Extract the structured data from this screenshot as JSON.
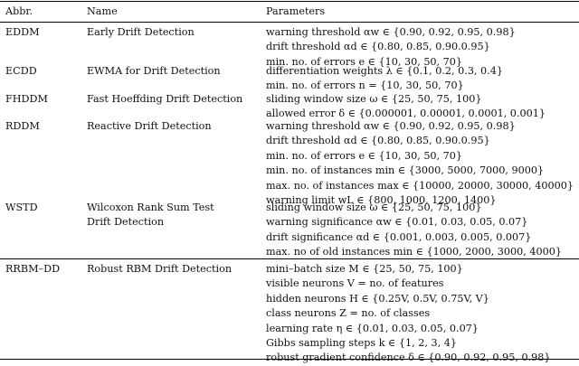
{
  "header": {
    "abbr": "Abbr.",
    "name": "Name",
    "params": "Parameters"
  },
  "rows": [
    {
      "abbr": "EDDM",
      "name": [
        "Early Drift Detection"
      ],
      "params": [
        "warning threshold αw ∈ {0.90, 0.92, 0.95, 0.98}",
        "drift threshold αd ∈ {0.80, 0.85, 0.90.0.95}",
        "min. no. of errors e ∈ {10, 30, 50, 70}"
      ]
    },
    {
      "abbr": "ECDD",
      "name": [
        "EWMA for Drift Detection"
      ],
      "params": [
        "differentiation weights λ ∈ {0.1, 0.2, 0.3, 0.4}",
        "min. no. of errors n = {10, 30, 50, 70}"
      ]
    },
    {
      "abbr": "FHDDM",
      "name": [
        "Fast Hoeffding Drift Detection"
      ],
      "params": [
        "sliding window size ω ∈ {25, 50, 75, 100}",
        "allowed error δ ∈ {0.000001, 0.00001, 0.0001, 0.001}"
      ]
    },
    {
      "abbr": "RDDM",
      "name": [
        "Reactive Drift Detection"
      ],
      "params": [
        "warning threshold αw ∈ {0.90, 0.92, 0.95, 0.98}",
        "drift threshold αd ∈ {0.80, 0.85, 0.90.0.95}",
        "min. no. of errors e ∈ {10, 30, 50, 70}",
        "min. no. of instances min ∈ {3000, 5000, 7000, 9000}",
        "max. no. of instances max ∈ {10000, 20000, 30000, 40000}",
        "warning limit wL ∈ {800, 1000, 1200, 1400}"
      ]
    },
    {
      "abbr": "WSTD",
      "name": [
        "Wilcoxon Rank Sum Test",
        "Drift Detection"
      ],
      "params": [
        "sliding window size ω ∈ {25, 50, 75, 100}",
        "warning significance αw ∈ {0.01, 0.03, 0.05, 0.07}",
        "drift significance αd ∈ {0.001, 0.003, 0.005, 0.007}",
        "max. no of old instances min ∈ {1000, 2000, 3000, 4000}"
      ]
    },
    {
      "abbr": "RRBM–DD",
      "name": [
        "Robust RBM Drift Detection"
      ],
      "params": [
        "mini–batch size M ∈ {25, 50, 75, 100}",
        "visible neurons V = no. of features",
        "hidden neurons H ∈ {0.25V, 0.5V, 0.75V, V}",
        "class neurons Z = no. of classes",
        "learning rate η ∈ {0.01, 0.03, 0.05, 0.07}",
        "Gibbs sampling steps k ∈ {1, 2, 3, 4}",
        "robust gradient confidence δ ∈ {0.90, 0.92, 0.95, 0.98}"
      ]
    }
  ]
}
